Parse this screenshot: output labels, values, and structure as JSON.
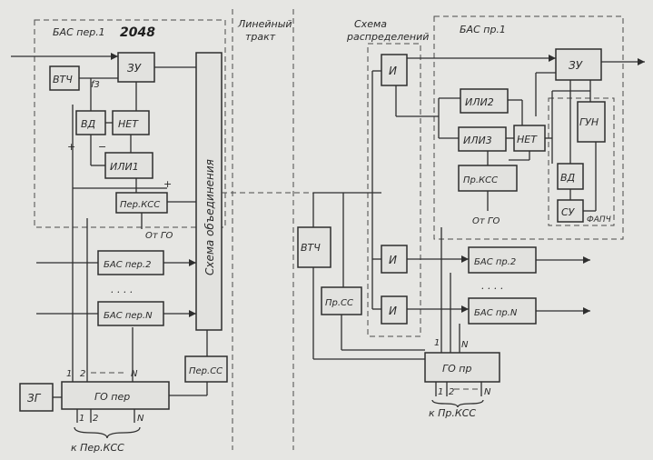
{
  "labels": {
    "bas_tx1": "БАС пер.1",
    "handwritten": "2048",
    "vtch_tx": "ВТЧ",
    "zu_tx": "ЗУ",
    "f3": "f3",
    "vd_tx": "ВД",
    "net_tx": "НЕТ",
    "ili1": "ИЛИ1",
    "per_kss": "Пер.КСС",
    "ot_go_tx": "От ГО",
    "bas_tx2": "БАС пер.2",
    "bas_txN": "БАС пер.N",
    "scheme_merge": "Схема объединения",
    "per_ss": "Пер.СС",
    "zg": "ЗГ",
    "go_tx": "ГО пер",
    "k_per_kss": "к Пер.КСС",
    "line_path": "Линейный тракт",
    "vtch_rx": "ВТЧ",
    "pr_ss": "Пр.СС",
    "scheme_dist": "Схема распределений",
    "i_top": "И",
    "i_mid": "И",
    "i_bot": "И",
    "bas_rx1": "БАС пр.1",
    "zu_rx": "ЗУ",
    "ili2": "ИЛИ2",
    "ili3": "ИЛИ3",
    "net_rx": "НЕТ",
    "gun": "ГУН",
    "pr_kss": "Пр.КСС",
    "ot_go_rx": "От ГО",
    "vd_rx": "ВД",
    "su": "СУ",
    "fapch": "ФАПЧ",
    "bas_rx2": "БАС пр.2",
    "bas_rxN": "БАС пр.N",
    "go_rx": "ГО пр",
    "k_pr_kss": "к Пр.КСС",
    "n1": "1",
    "n2": "2",
    "nN": "N",
    "dots": ". . . .",
    "plus": "+",
    "minus": "−"
  }
}
